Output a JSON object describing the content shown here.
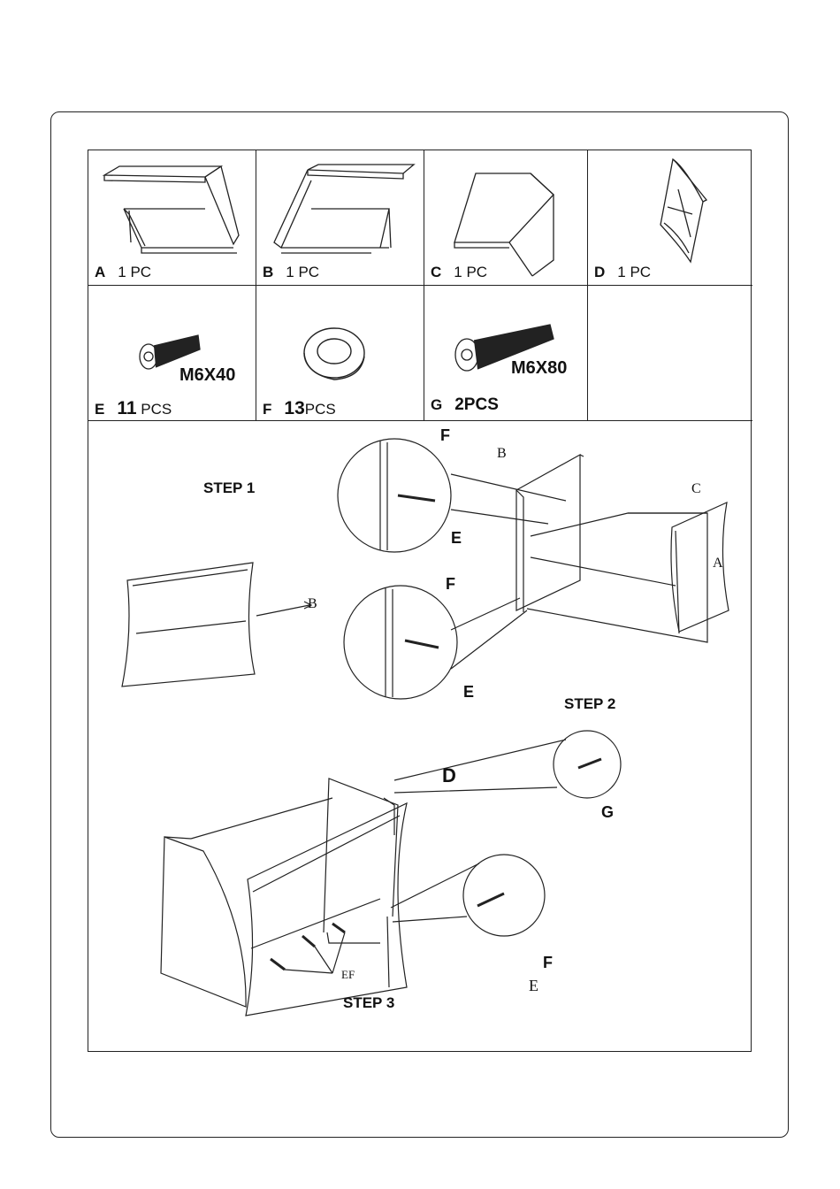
{
  "parts": [
    {
      "letter": "A",
      "qty": "1 PC"
    },
    {
      "letter": "B",
      "qty": "1 PC"
    },
    {
      "letter": "C",
      "qty": "1 PC"
    },
    {
      "letter": "D",
      "qty": "1 PC"
    }
  ],
  "hardware": [
    {
      "letter": "E",
      "qty_num": "11",
      "qty_unit": "PCS",
      "spec": "M6X40"
    },
    {
      "letter": "F",
      "qty_num": "13",
      "qty_unit": "PCS",
      "spec": ""
    },
    {
      "letter": "G",
      "qty_num": "2PCS",
      "qty_unit": "",
      "spec": "M6X80"
    }
  ],
  "steps": {
    "step1": "STEP 1",
    "step2": "STEP 2",
    "step3": "STEP 3"
  },
  "callouts": {
    "step1_b": "B",
    "step2_f_top": "F",
    "step2_e_top": "E",
    "step2_f_bottom": "F",
    "step2_e_bottom": "E",
    "step2_b": "B",
    "step2_c": "C",
    "step2_a": "A",
    "step3_d": "D",
    "step3_g": "G",
    "step3_ef": "EF",
    "step3_f": "F",
    "step3_e": "E"
  }
}
